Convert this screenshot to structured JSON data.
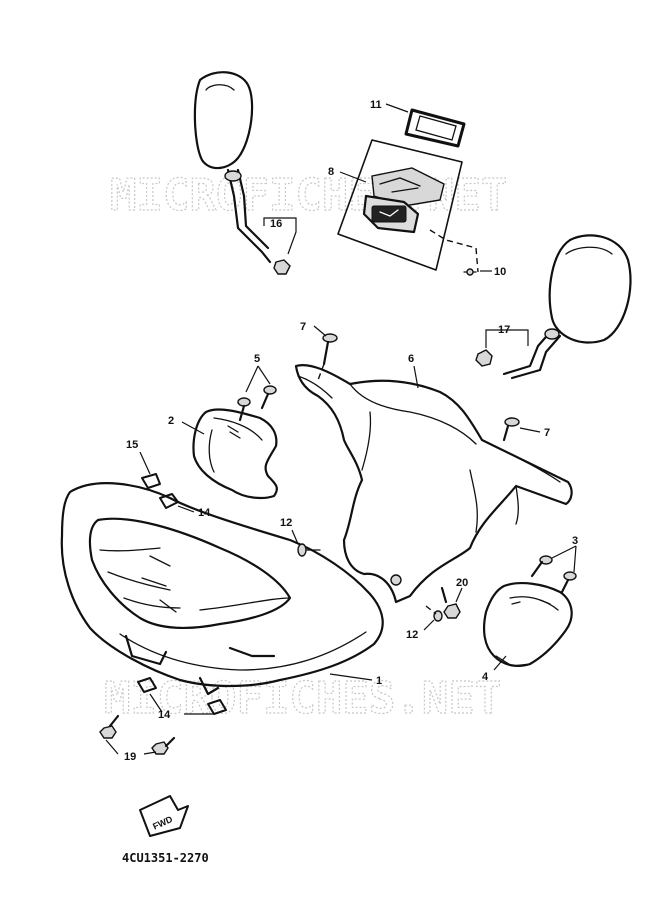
{
  "diagram": {
    "part_code": "4CU1351-2270",
    "watermark_top": "MICROFICHES.NET",
    "watermark_bottom": "MICROFICHES.NET",
    "fwd_label": "FWD",
    "callouts": {
      "c1": "1",
      "c2": "2",
      "c3": "3",
      "c4": "4",
      "c5": "5",
      "c6": "6",
      "c7a": "7",
      "c7b": "7",
      "c8": "8",
      "c10": "10",
      "c11": "11",
      "c12a": "12",
      "c12b": "12",
      "c14a": "14",
      "c14b": "14",
      "c15": "15",
      "c16": "16",
      "c17": "17",
      "c19": "19",
      "c20": "20"
    }
  }
}
